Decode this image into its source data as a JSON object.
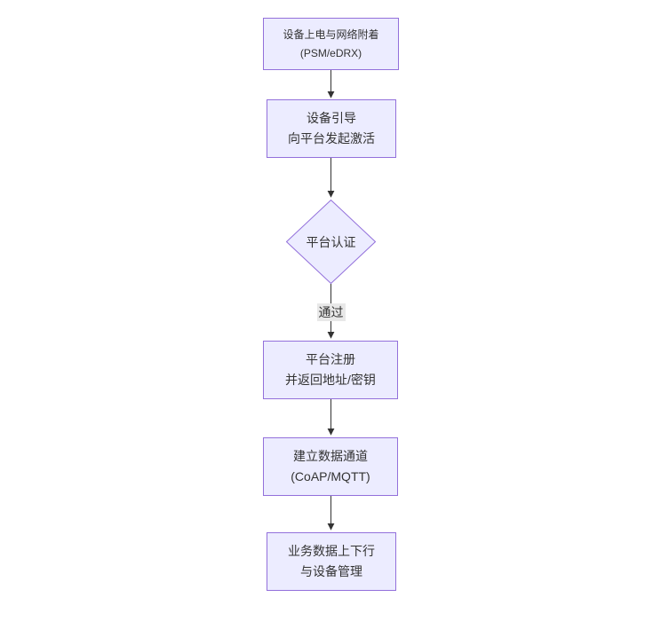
{
  "diagram": {
    "type": "flowchart",
    "direction": "top-down",
    "background": "#ffffff",
    "colors": {
      "node_fill": "#ECECFF",
      "node_border": "#9370DB",
      "node_text": "#333333",
      "arrow": "#333333",
      "edge_label_bg": "#e8e8e8"
    },
    "nodes": [
      {
        "id": "power-attach",
        "shape": "rect",
        "line1": "设备上电与网络附着",
        "line2": "(PSM/eDRX)"
      },
      {
        "id": "bootstrap",
        "shape": "rect",
        "line1": "设备引导",
        "line2": "向平台发起激活"
      },
      {
        "id": "platform-auth",
        "shape": "diamond",
        "label": "平台认证"
      },
      {
        "id": "platform-register",
        "shape": "rect",
        "line1": "平台注册",
        "line2": "并返回地址/密钥"
      },
      {
        "id": "data-channel",
        "shape": "rect",
        "line1": "建立数据通道",
        "line2": "(CoAP/MQTT)"
      },
      {
        "id": "business-data",
        "shape": "rect",
        "line1": "业务数据上下行",
        "line2": "与设备管理"
      }
    ],
    "edges": [
      {
        "from": "power-attach",
        "to": "bootstrap",
        "label": ""
      },
      {
        "from": "bootstrap",
        "to": "platform-auth",
        "label": ""
      },
      {
        "from": "platform-auth",
        "to": "platform-register",
        "label": "通过"
      },
      {
        "from": "platform-register",
        "to": "data-channel",
        "label": ""
      },
      {
        "from": "data-channel",
        "to": "business-data",
        "label": ""
      }
    ]
  }
}
